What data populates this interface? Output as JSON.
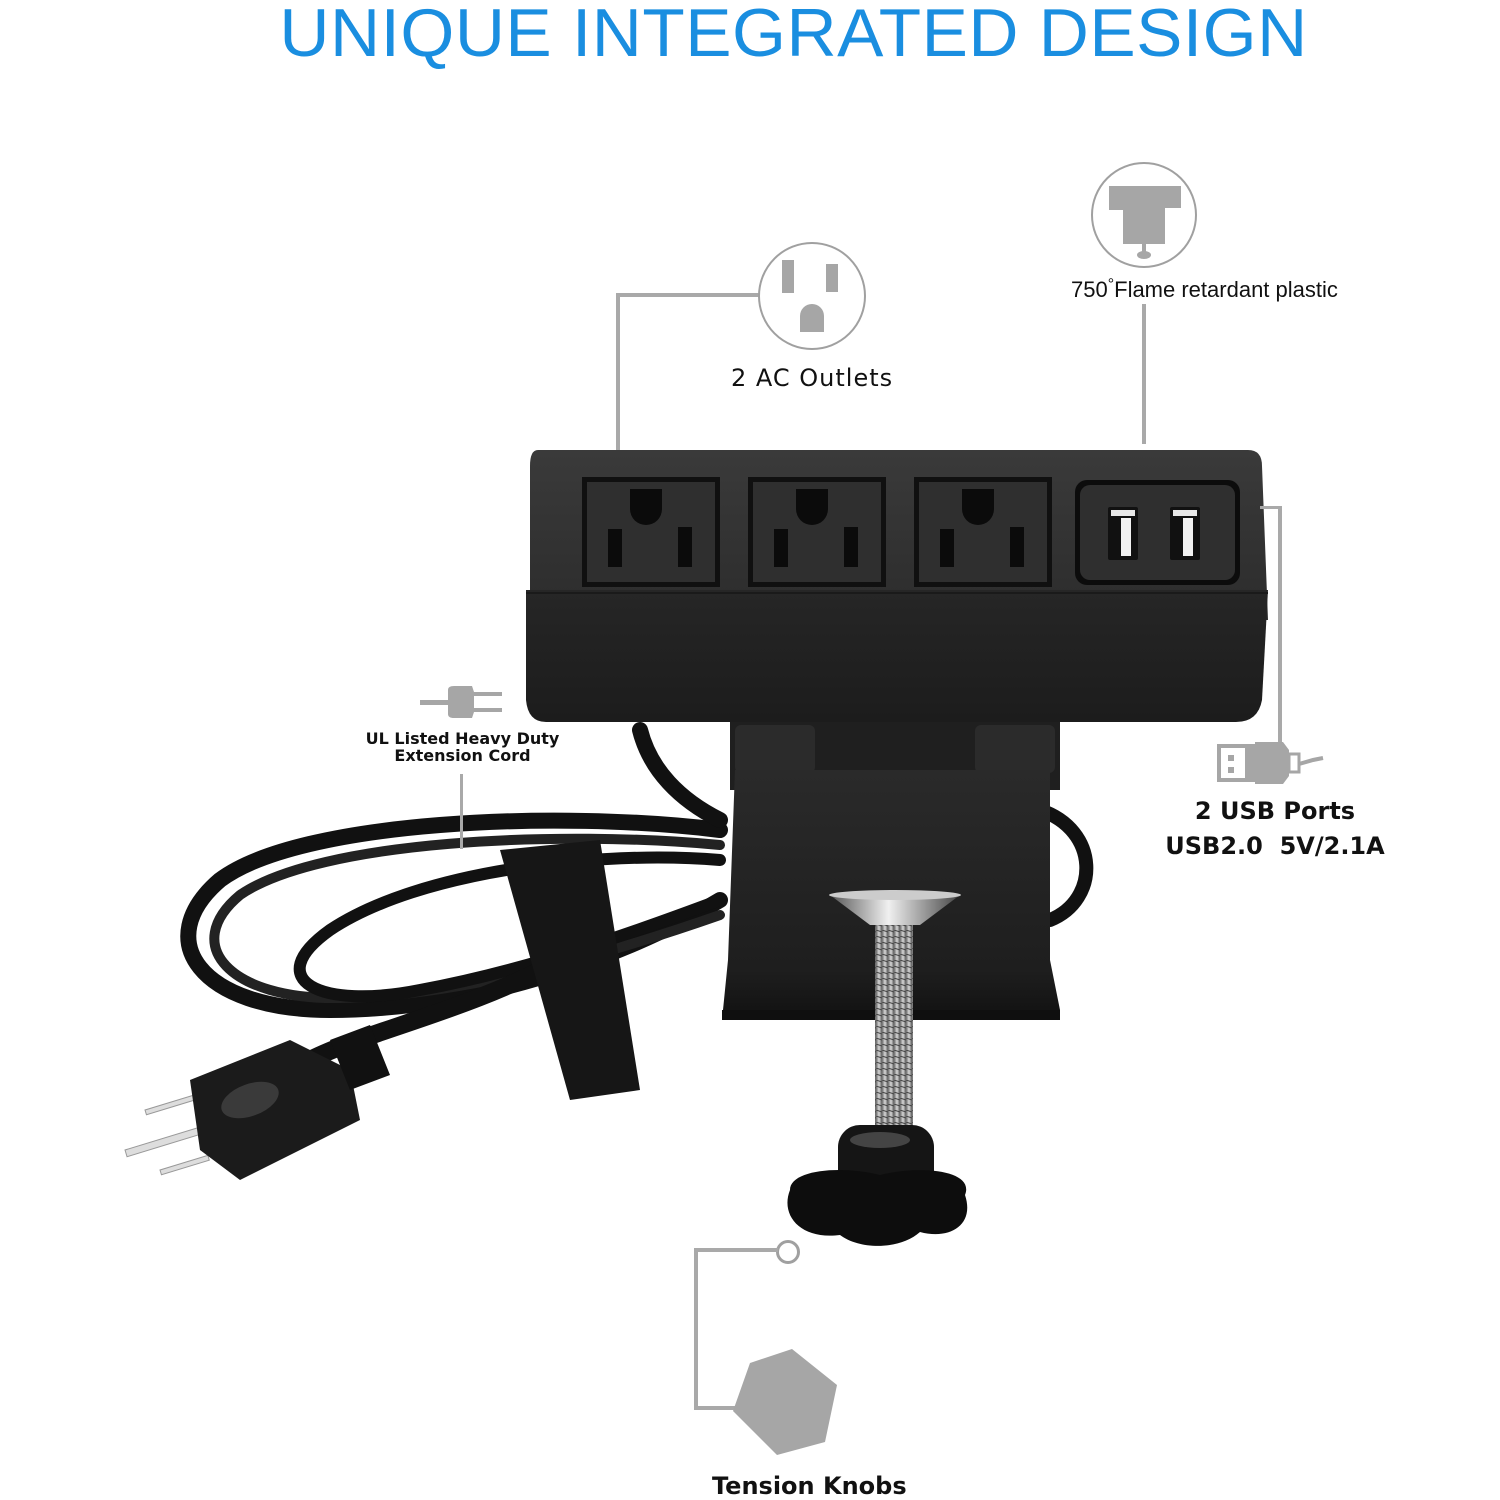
{
  "header": {
    "title": "UNIQUE INTEGRATED DESIGN",
    "title_color": "#1a8ee0"
  },
  "callouts": {
    "ac_outlets": {
      "label": "2 AC Outlets",
      "icon": "outlet-icon"
    },
    "flame_retardant": {
      "label_number": "750",
      "label_degree": "°",
      "label_text": "Flame retardant plastic",
      "icon": "t-shape-icon"
    },
    "extension_cord": {
      "line1": "UL Listed Heavy Duty",
      "line2": "Extension Cord",
      "icon": "plug-icon"
    },
    "usb_ports": {
      "line1": "2 USB Ports",
      "line2": "USB2.0  5V/2.1A",
      "icon": "usb-connector-icon"
    },
    "tension_knobs": {
      "label": "Tension Knobs",
      "icon": "hexagon-icon"
    }
  },
  "product": {
    "outlet_count": 3,
    "usb_port_count": 2,
    "body_color": "#2a2a2a",
    "icon_gray": "#a6a6a6"
  }
}
